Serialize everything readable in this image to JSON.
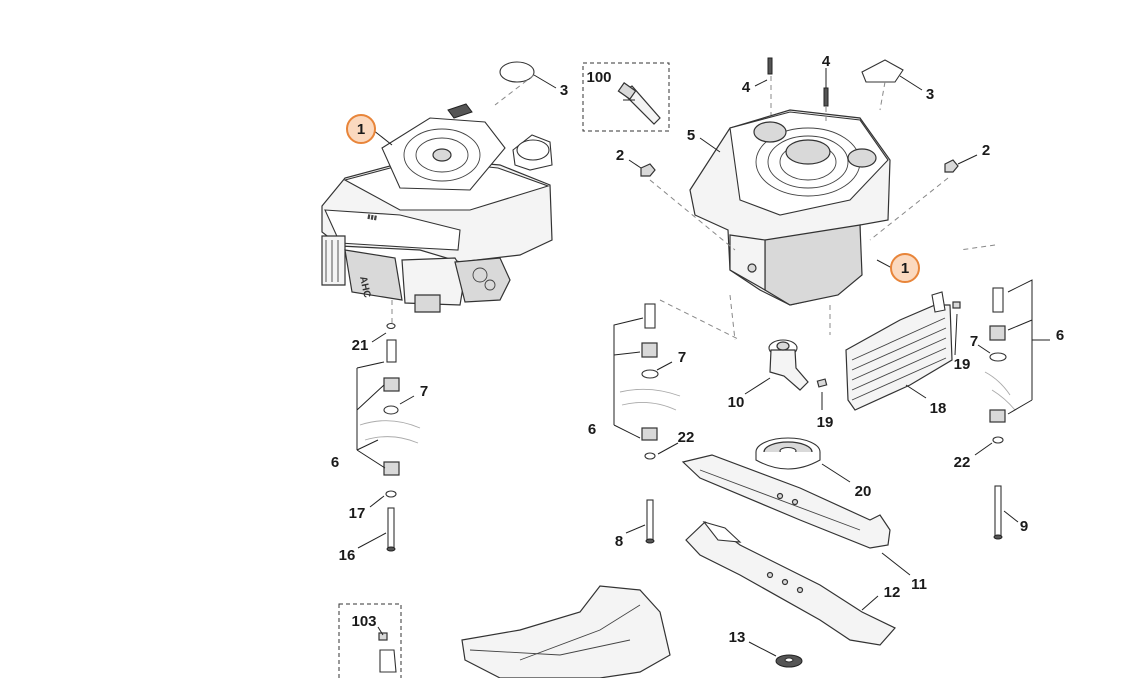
{
  "diagram": {
    "highlight_color": "#e8853a",
    "callouts": [
      {
        "id": "c1a",
        "text": "1",
        "highlighted": true
      },
      {
        "id": "c1b",
        "text": "1",
        "highlighted": true
      },
      {
        "id": "c2a",
        "text": "2"
      },
      {
        "id": "c2b",
        "text": "2"
      },
      {
        "id": "c3a",
        "text": "3"
      },
      {
        "id": "c3b",
        "text": "3"
      },
      {
        "id": "c4a",
        "text": "4"
      },
      {
        "id": "c4b",
        "text": "4"
      },
      {
        "id": "c5",
        "text": "5"
      },
      {
        "id": "c6a",
        "text": "6"
      },
      {
        "id": "c6b",
        "text": "6"
      },
      {
        "id": "c6c",
        "text": "6"
      },
      {
        "id": "c7a",
        "text": "7"
      },
      {
        "id": "c7b",
        "text": "7"
      },
      {
        "id": "c7c",
        "text": "7"
      },
      {
        "id": "c8",
        "text": "8"
      },
      {
        "id": "c9",
        "text": "9"
      },
      {
        "id": "c10",
        "text": "10"
      },
      {
        "id": "c11",
        "text": "11"
      },
      {
        "id": "c12",
        "text": "12"
      },
      {
        "id": "c13",
        "text": "13"
      },
      {
        "id": "c16",
        "text": "16"
      },
      {
        "id": "c17",
        "text": "17"
      },
      {
        "id": "c18",
        "text": "18"
      },
      {
        "id": "c19a",
        "text": "19"
      },
      {
        "id": "c19b",
        "text": "19"
      },
      {
        "id": "c20",
        "text": "20"
      },
      {
        "id": "c21",
        "text": "21"
      },
      {
        "id": "c22a",
        "text": "22"
      },
      {
        "id": "c22b",
        "text": "22"
      },
      {
        "id": "c100",
        "text": "100"
      },
      {
        "id": "c103",
        "text": "103"
      }
    ]
  }
}
